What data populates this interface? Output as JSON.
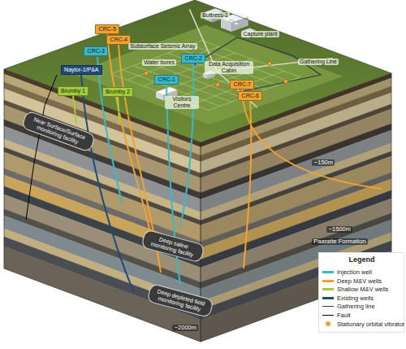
{
  "diagram": {
    "nodes": [
      {
        "text": [
          "CRC-5"
        ]
      },
      {
        "text": [
          "CRC-4"
        ]
      },
      {
        "text": [
          "CRC-3"
        ]
      },
      {
        "text": [
          "CRC-2"
        ]
      },
      {
        "text": [
          "Naylor-1/P&A"
        ]
      },
      {
        "text": [
          "CRC-1"
        ]
      },
      {
        "text": [
          "Brumby 1"
        ]
      },
      {
        "text": [
          "Brumby 2"
        ]
      },
      {
        "text": [
          "CRC-7"
        ]
      },
      {
        "text": [
          "CRC-6"
        ]
      },
      {
        "text": [
          "Near Surface/Surface monitoring facility"
        ]
      },
      {
        "text": [
          "Deep saline monitoring facility"
        ]
      },
      {
        "text": [
          "Deep depleted field monitoring facility"
        ]
      }
    ],
    "labels": [
      "Buttress-1",
      "Capture plant",
      "Subsurface Seismic Array",
      "Water bores",
      "Data Acquisition Cabin",
      "Gathering Line",
      "Visitors Centre",
      "~150m",
      "~1500m",
      "Paaratte Formation",
      "~2000m",
      "Legend"
    ],
    "legend": [
      {
        "text": "Injection well",
        "color": "#3bb8c8"
      },
      {
        "text": "Deep M&V wells",
        "color": "#f2a22e"
      },
      {
        "text": "Shallow M&V wells",
        "color": "#a4cc3c"
      },
      {
        "text": "Existing wells",
        "color": "#1f4b7a"
      },
      {
        "text": "Gathering line"
      },
      {
        "text": "Fault"
      },
      {
        "text": "Stationary orbital vibrator"
      }
    ]
  }
}
